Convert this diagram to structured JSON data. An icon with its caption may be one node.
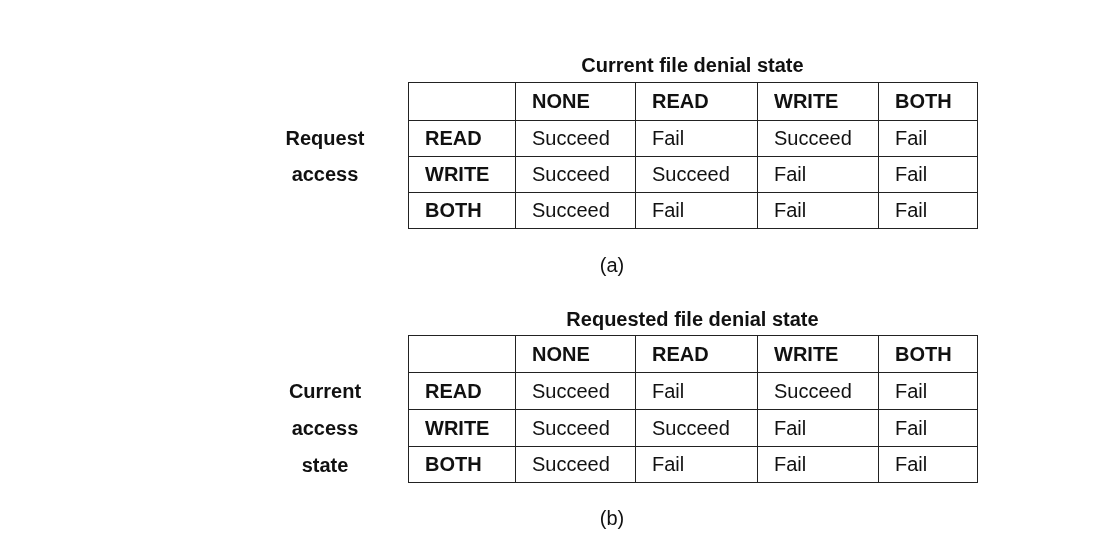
{
  "diagram": {
    "labels": [
      "Current file denial state",
      "NONE",
      "READ",
      "WRITE",
      "BOTH",
      "Request access",
      "READ",
      "Succeed",
      "Fail",
      "Succeed",
      "Fail",
      "WRITE",
      "Succeed",
      "Succeed",
      "Fail",
      "Fail",
      "BOTH",
      "Succeed",
      "Fail",
      "Fail",
      "Fail",
      "(a)",
      "Requested file denial state",
      "NONE",
      "READ",
      "WRITE",
      "BOTH",
      "Current access state",
      "READ",
      "Succeed",
      "Fail",
      "Succeed",
      "Fail",
      "WRITE",
      "Succeed",
      "Succeed",
      "Fail",
      "Fail",
      "BOTH",
      "Succeed",
      "Fail",
      "Fail",
      "Fail",
      "(b)"
    ]
  }
}
